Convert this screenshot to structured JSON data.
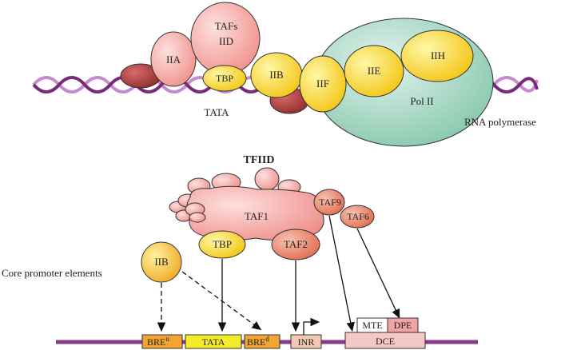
{
  "upper": {
    "tafs": "TAFs",
    "iid": "IID",
    "iia": "IIA",
    "tbp": "TBP",
    "iib": "IIB",
    "iif": "IIF",
    "iie": "IIE",
    "iih": "IIH",
    "pol2": "Pol II",
    "tata": "TATA",
    "rna_polymerase": "RNA polymerase"
  },
  "lower": {
    "title": "TFIID",
    "taf1": "TAF1",
    "taf9": "TAF9",
    "taf6": "TAF6",
    "taf2": "TAF2",
    "tbp": "TBP",
    "iib": "IIB",
    "core_promoter_label": "Core promoter elements",
    "elements": {
      "breu": "BRE",
      "breu_sup": "u",
      "tata": "TATA",
      "bred": "BRE",
      "bred_sup": "d",
      "inr": "INR",
      "mte": "MTE",
      "dpe": "DPE",
      "dce": "DCE"
    }
  },
  "colors": {
    "dna_strand_a": "#7a2a7a",
    "dna_strand_b": "#c58ad0",
    "pink": "#f6b1ad",
    "dark_red": "#b64444",
    "yellow": "#f7dc28",
    "green": "#9fd3bf",
    "salmon": "#ef8f74",
    "orange_box": "#f2a530",
    "yellow_box": "#f4ec2a",
    "inr_box": "#f4c8b0",
    "dce_box": "#f6c7c7",
    "dpe_box": "#f2a3a3",
    "purple_line": "#8a3a8f"
  }
}
